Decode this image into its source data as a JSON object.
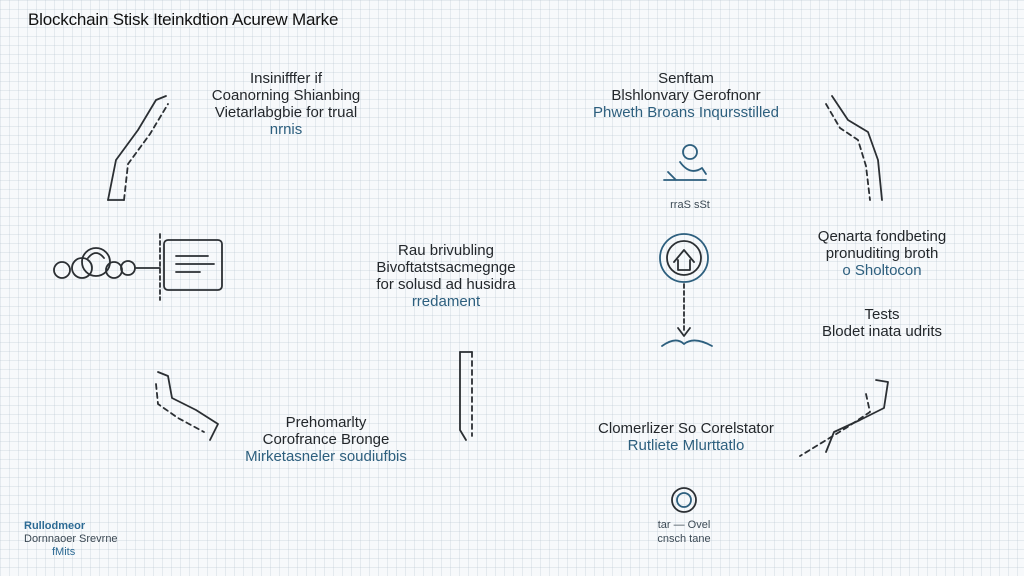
{
  "title": "Blockchain Stisk Iteinkdtion Acurew Marke",
  "top_left": [
    "Insinifffer if",
    "Coanorning Shianbing",
    "Vietarlabgbie for trual",
    "nrnis"
  ],
  "top_right": [
    "Senftam",
    "Blshlonvary Gerofnonr",
    "Phweth Broans Inqursstilled"
  ],
  "top_right_small": [
    "rraS sSt"
  ],
  "center": [
    "Rau brivubling",
    "Bivoftatstsacmegnge",
    "for solusd ad husidra",
    "rredament"
  ],
  "right_middle": [
    "Qenarta fondbeting",
    "pronuditing broth",
    "o Sholtocon"
  ],
  "tests": [
    "Tests",
    "Blodet inata udrits"
  ],
  "bottom_left": [
    "Prehomarlty",
    "Corofrance Bronge",
    "Mirketasneler soudiufbis"
  ],
  "bottom_right": [
    "Clomerlizer So Corelstator",
    "Rutliete Mlurttatlo"
  ],
  "bottom_small": [
    "tar — Ovel",
    "cnsch tane"
  ],
  "corner": [
    "Rullodmeor",
    "Dornnaoer Srevrne",
    "fMits"
  ]
}
